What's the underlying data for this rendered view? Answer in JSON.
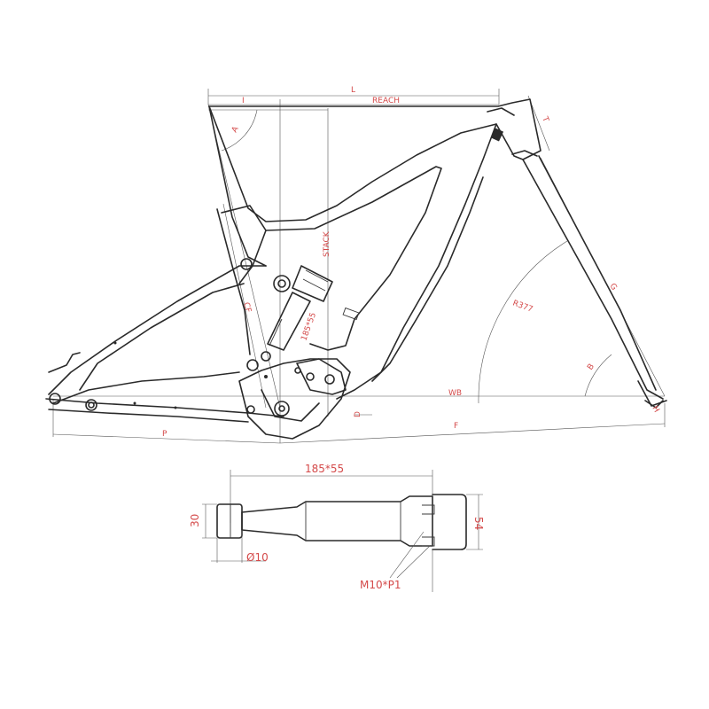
{
  "labels": {
    "l": "L",
    "i": "I",
    "reach": "REACH",
    "t": "T",
    "a": "A",
    "stack": "STACK",
    "cf": "CF",
    "shock": "185*55",
    "r377": "R377",
    "g": "G",
    "b": "B",
    "wb": "WB",
    "d": "D",
    "p": "P",
    "f": "F",
    "h": "H"
  },
  "detail": {
    "length": "185*55",
    "height_left": "30",
    "height_right": "54",
    "bolt": "Ø10",
    "thread": "M10*P1"
  },
  "colors": {
    "line": "#2a2a2a",
    "dimension": "#d44a4a"
  }
}
